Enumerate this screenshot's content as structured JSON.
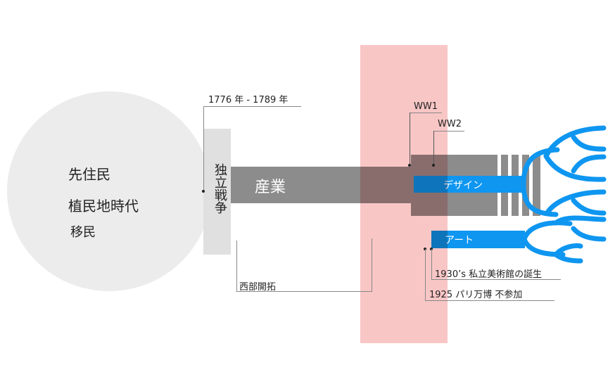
{
  "colors": {
    "circle": "#ececec",
    "war_bar": "#e0e0e0",
    "industry": "#8c8c8c",
    "highlight": "#f9c6c6",
    "blue": "#0e96f0"
  },
  "circle": {
    "items": [
      "先住民",
      "植民地時代",
      "移民"
    ]
  },
  "war": {
    "label": "独立戦争",
    "period": "1776 年 - 1789 年"
  },
  "industry": {
    "label": "産業"
  },
  "westward": {
    "label": "西部開拓"
  },
  "wars": {
    "ww1": "WW1",
    "ww2": "WW2"
  },
  "branches": {
    "design": "デザイン",
    "art": "アート"
  },
  "events": {
    "e1930": "1930’s 私立美術館の誕生",
    "e1925": "1925 パリ万博 不参加"
  }
}
